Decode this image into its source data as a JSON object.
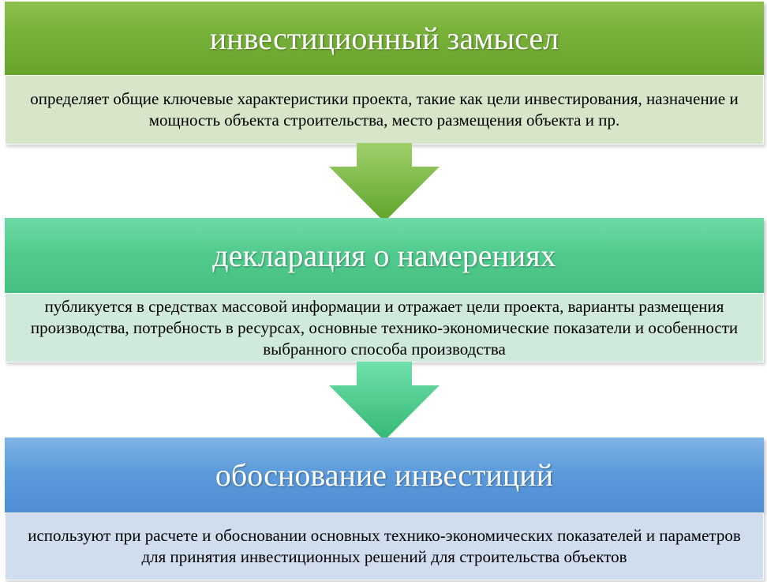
{
  "stages": [
    {
      "title": "инвестиционный замысел",
      "description": "определяет общие ключевые характеристики проекта, такие как цели инвестирования, назначение и мощность объекта строительства, место размещения объекта и пр.",
      "color": "#76b038"
    },
    {
      "title": "декларация о намерениях",
      "description": "публикуется в средствах массовой информации и отражает цели проекта, варианты размещения производства, потребность в ресурсах, основные технико-экономические показатели и особенности выбранного способа производства",
      "color": "#52cc8e"
    },
    {
      "title": "обоснование инвестиций",
      "description": "используют при расчете и обосновании основных технико-экономических показателей и параметров для принятия инвестиционных решений для строительства объектов",
      "color": "#5c9bdb"
    }
  ],
  "arrows": [
    {
      "from": "инвестиционный замысел",
      "to": "декларация о намерениях",
      "color": "#72b43a"
    },
    {
      "from": "декларация о намерениях",
      "to": "обоснование инвестиций",
      "color": "#4ecb8c"
    }
  ]
}
